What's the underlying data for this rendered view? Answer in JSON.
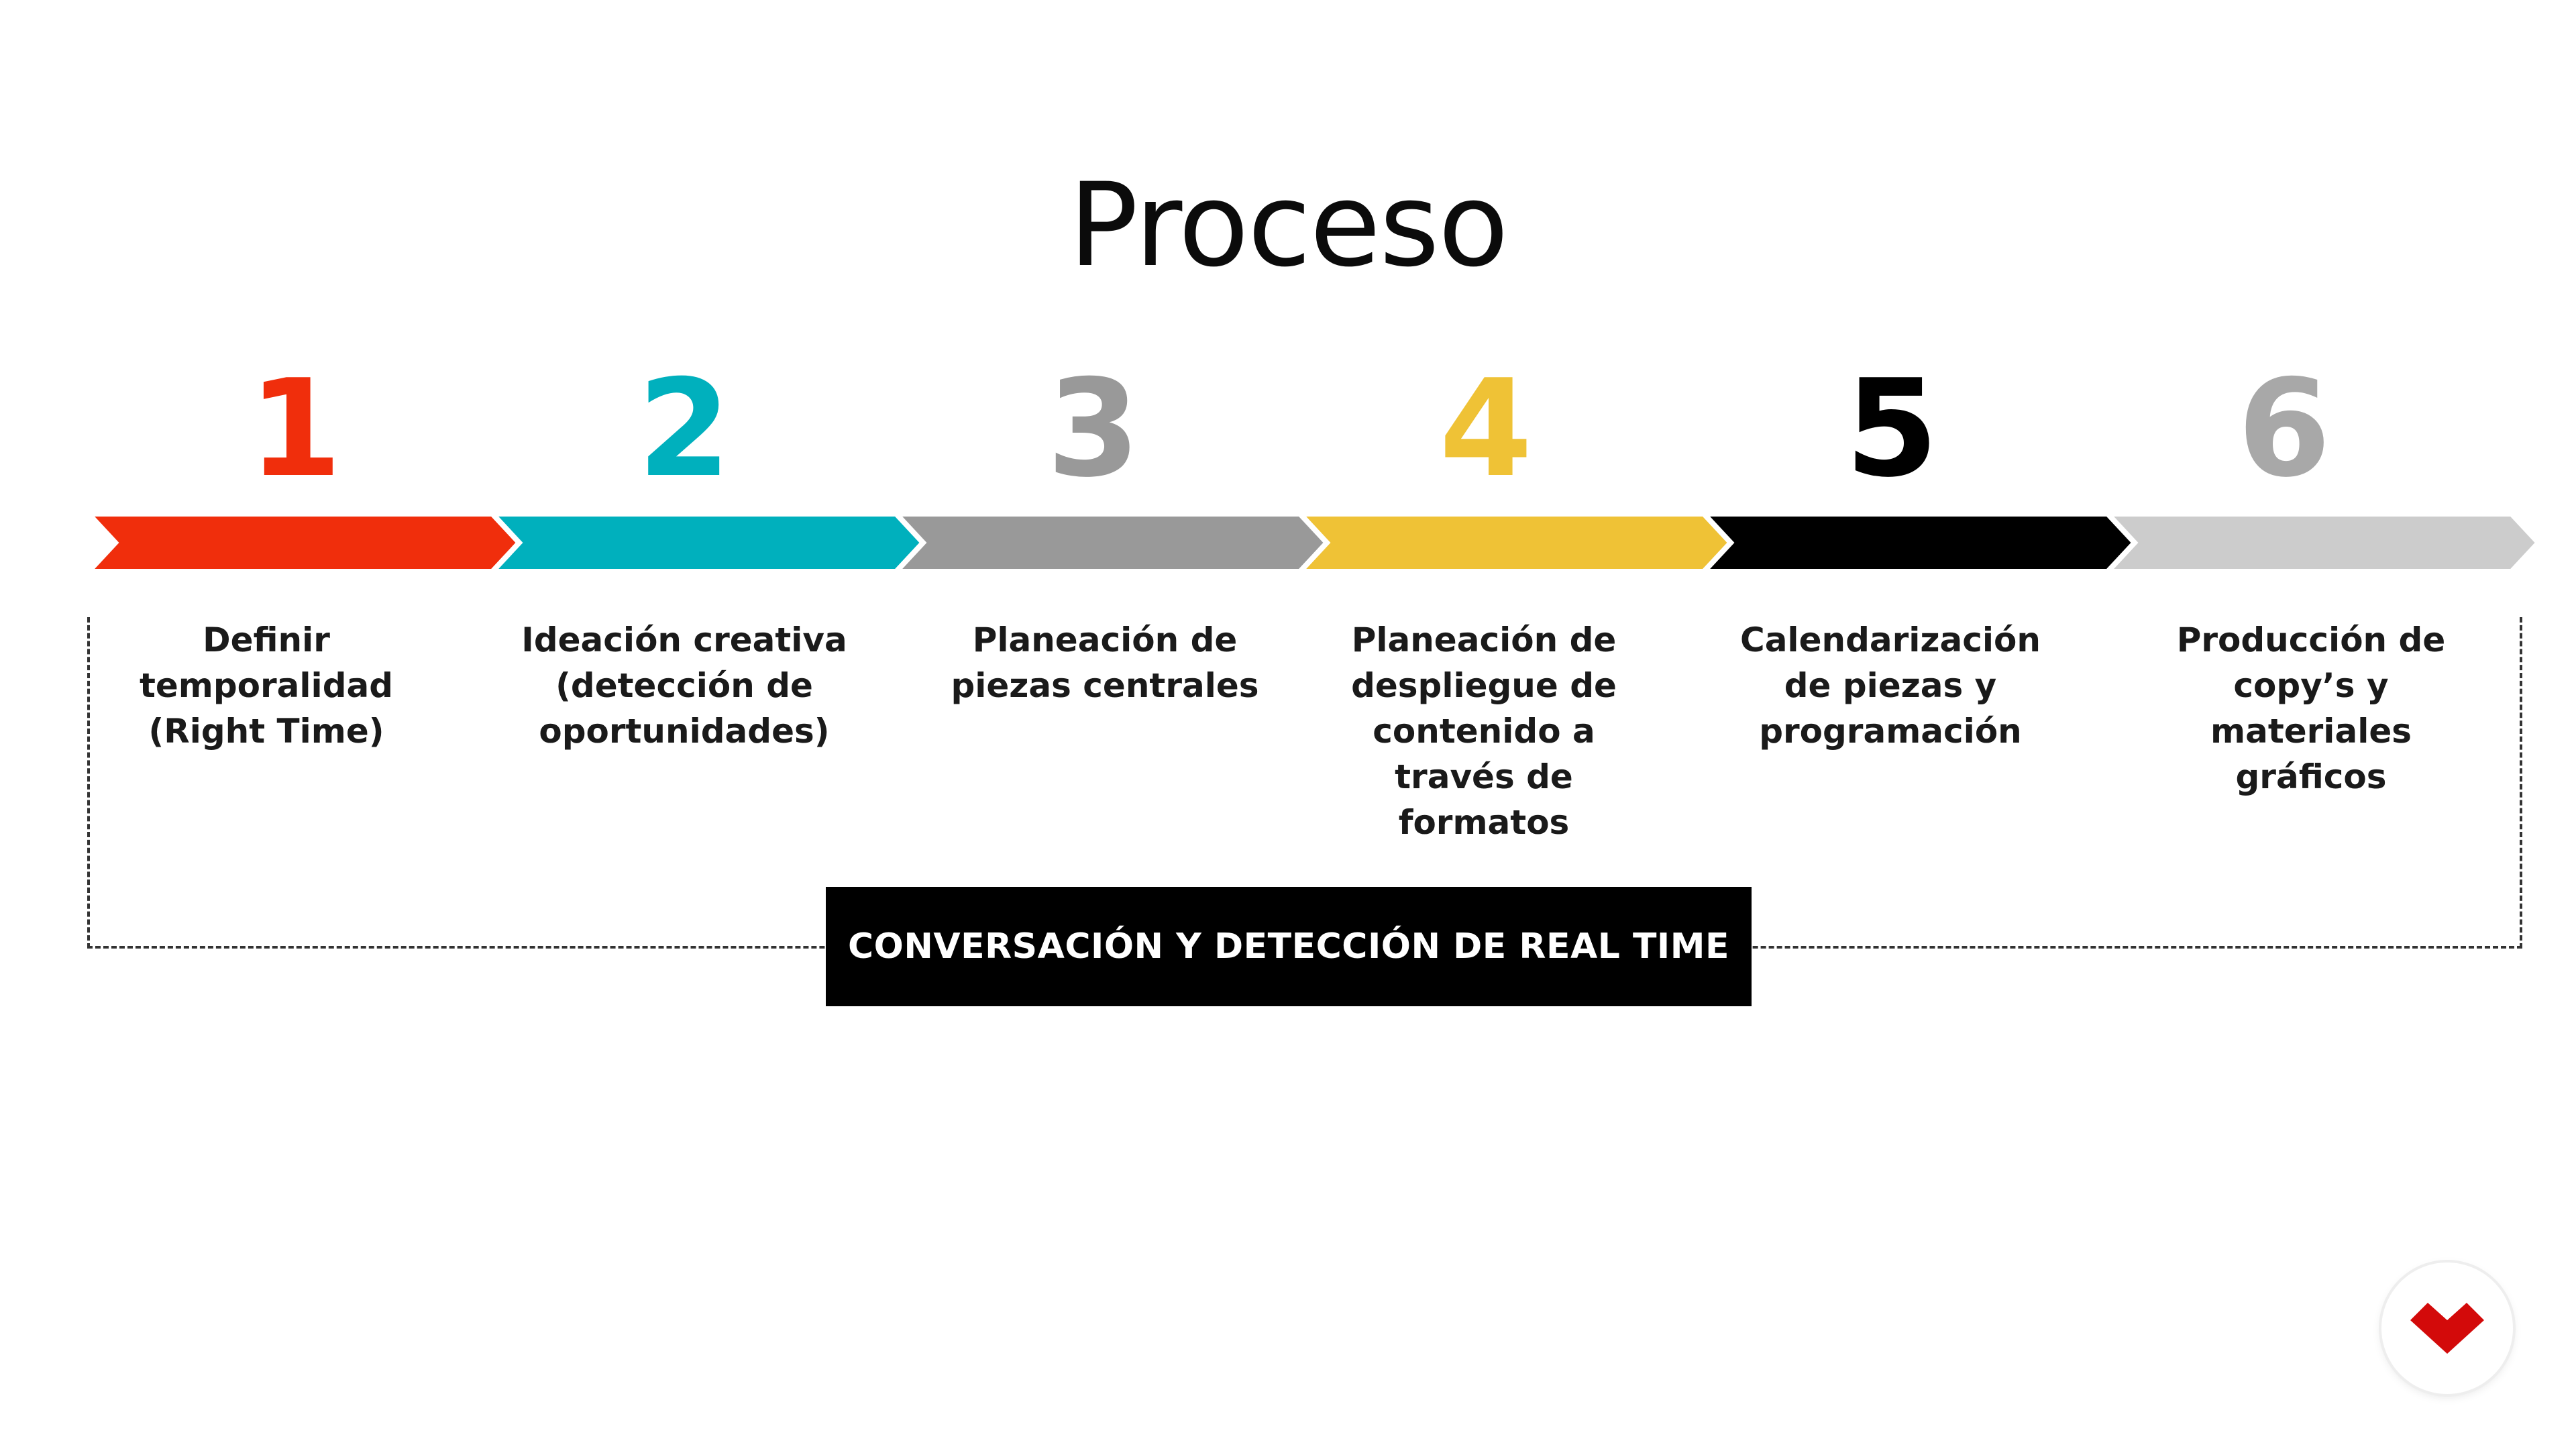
{
  "title": "Proceso",
  "steps": [
    {
      "number": "1",
      "color": "#f02e0c",
      "description": "Definir\ntemporalidad\n(Right Time)"
    },
    {
      "number": "2",
      "color": "#00b0bd",
      "description": "Ideación creativa\n(detección de\noportunidades)"
    },
    {
      "number": "3",
      "color": "#999999",
      "description": "Planeación de\npiezas centrales"
    },
    {
      "number": "4",
      "color": "#efc236",
      "description": "Planeación de\ndespliegue de\ncontenido a\ntravés de\nformatos"
    },
    {
      "number": "5",
      "color": "#000000",
      "description": "Calendarización\nde piezas y\nprogramación"
    },
    {
      "number": "6",
      "color": "#a8a8a8",
      "description": "Producción de\ncopy’s y\nmateriales\ngráficos"
    }
  ],
  "arrow_colors": [
    "#f02e0c",
    "#00b0bd",
    "#999999",
    "#efc236",
    "#000000",
    "#cccccc"
  ],
  "footer_label": "CONVERSACIÓN Y DETECCIÓN DE REAL TIME",
  "logo": {
    "icon": "red-chevron-logo-icon",
    "color": "#d30a0a"
  }
}
